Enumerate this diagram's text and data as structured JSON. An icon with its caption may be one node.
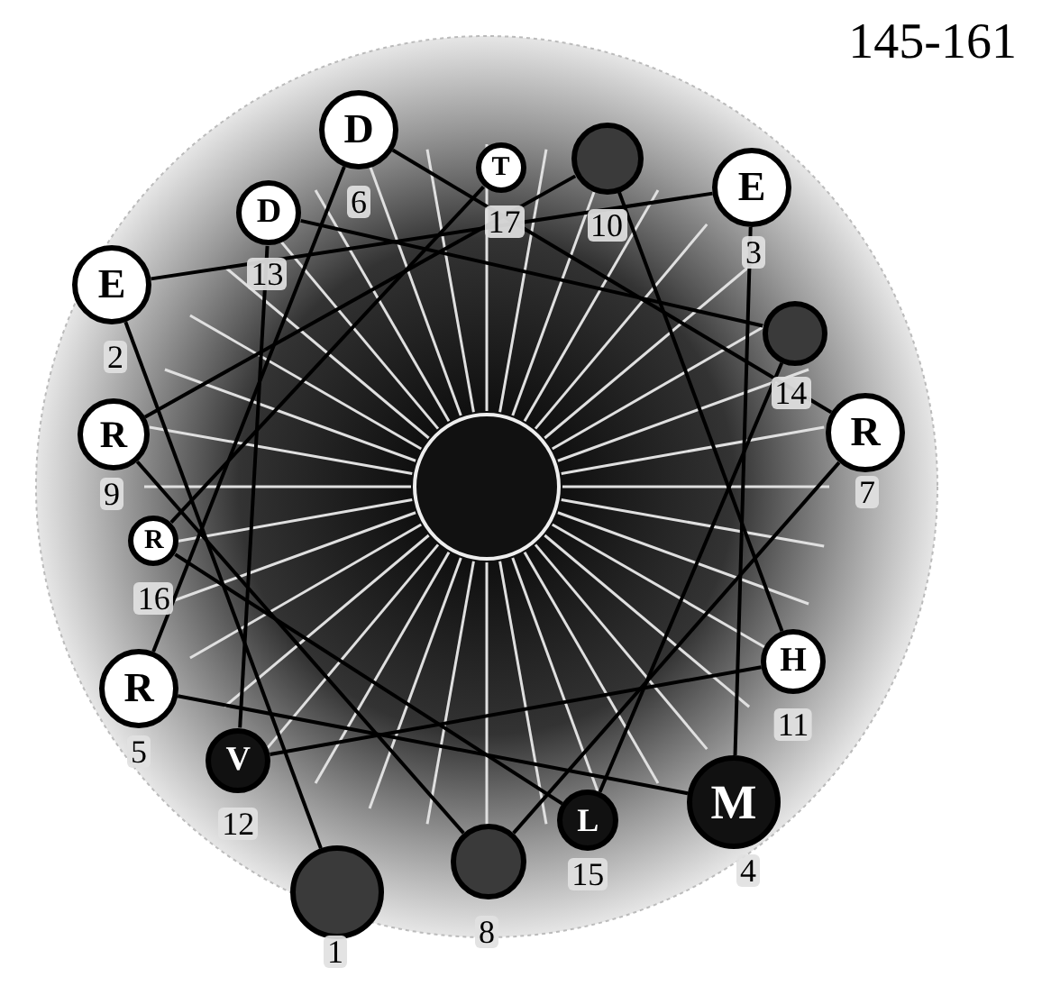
{
  "diagram": {
    "title": "145-161",
    "nodes": [
      {
        "text": [],
        "shape": "circle",
        "beside": [
          "1"
        ]
      },
      {
        "text": [
          "E"
        ],
        "beside": [
          "2"
        ]
      },
      {
        "text": [
          "E"
        ],
        "beside": [
          "3"
        ]
      },
      {
        "text": [
          "M"
        ],
        "beside": [
          "4"
        ]
      },
      {
        "text": [
          "R"
        ],
        "beside": [
          "5"
        ]
      },
      {
        "text": [
          "D"
        ],
        "beside": [
          "6"
        ]
      },
      {
        "text": [
          "R"
        ],
        "beside": [
          "7"
        ]
      },
      {
        "text": [],
        "shape": "circle",
        "beside": [
          "8"
        ]
      },
      {
        "text": [
          "R"
        ],
        "beside": [
          "9"
        ]
      },
      {
        "text": [],
        "shape": "circle",
        "beside": [
          "10"
        ]
      },
      {
        "text": [
          "H"
        ],
        "beside": [
          "11"
        ]
      },
      {
        "text": [
          "V"
        ],
        "beside": [
          "12"
        ]
      },
      {
        "text": [
          "D"
        ],
        "beside": [
          "13"
        ]
      },
      {
        "text": [],
        "shape": "circle",
        "beside": [
          "14"
        ]
      },
      {
        "text": [
          "L"
        ],
        "beside": [
          "15"
        ]
      },
      {
        "text": [
          "R"
        ],
        "beside": [
          "16"
        ]
      },
      {
        "text": [
          "T"
        ],
        "beside": [
          "17"
        ]
      }
    ],
    "edges": [
      {
        "from": 0,
        "to": 1,
        "arrow": "none"
      },
      {
        "from": 1,
        "to": 2,
        "arrow": "none"
      },
      {
        "from": 2,
        "to": 3,
        "arrow": "none"
      },
      {
        "from": 3,
        "to": 4,
        "arrow": "none"
      },
      {
        "from": 4,
        "to": 5,
        "arrow": "none"
      },
      {
        "from": 5,
        "to": 6,
        "arrow": "none"
      },
      {
        "from": 6,
        "to": 7,
        "arrow": "none"
      },
      {
        "from": 7,
        "to": 8,
        "arrow": "none"
      },
      {
        "from": 8,
        "to": 9,
        "arrow": "none"
      },
      {
        "from": 9,
        "to": 10,
        "arrow": "none"
      },
      {
        "from": 10,
        "to": 11,
        "arrow": "none"
      },
      {
        "from": 11,
        "to": 12,
        "arrow": "none"
      },
      {
        "from": 12,
        "to": 13,
        "arrow": "none"
      },
      {
        "from": 13,
        "to": 14,
        "arrow": "none"
      },
      {
        "from": 14,
        "to": 15,
        "arrow": "none"
      },
      {
        "from": 15,
        "to": 16,
        "arrow": "none"
      }
    ]
  }
}
